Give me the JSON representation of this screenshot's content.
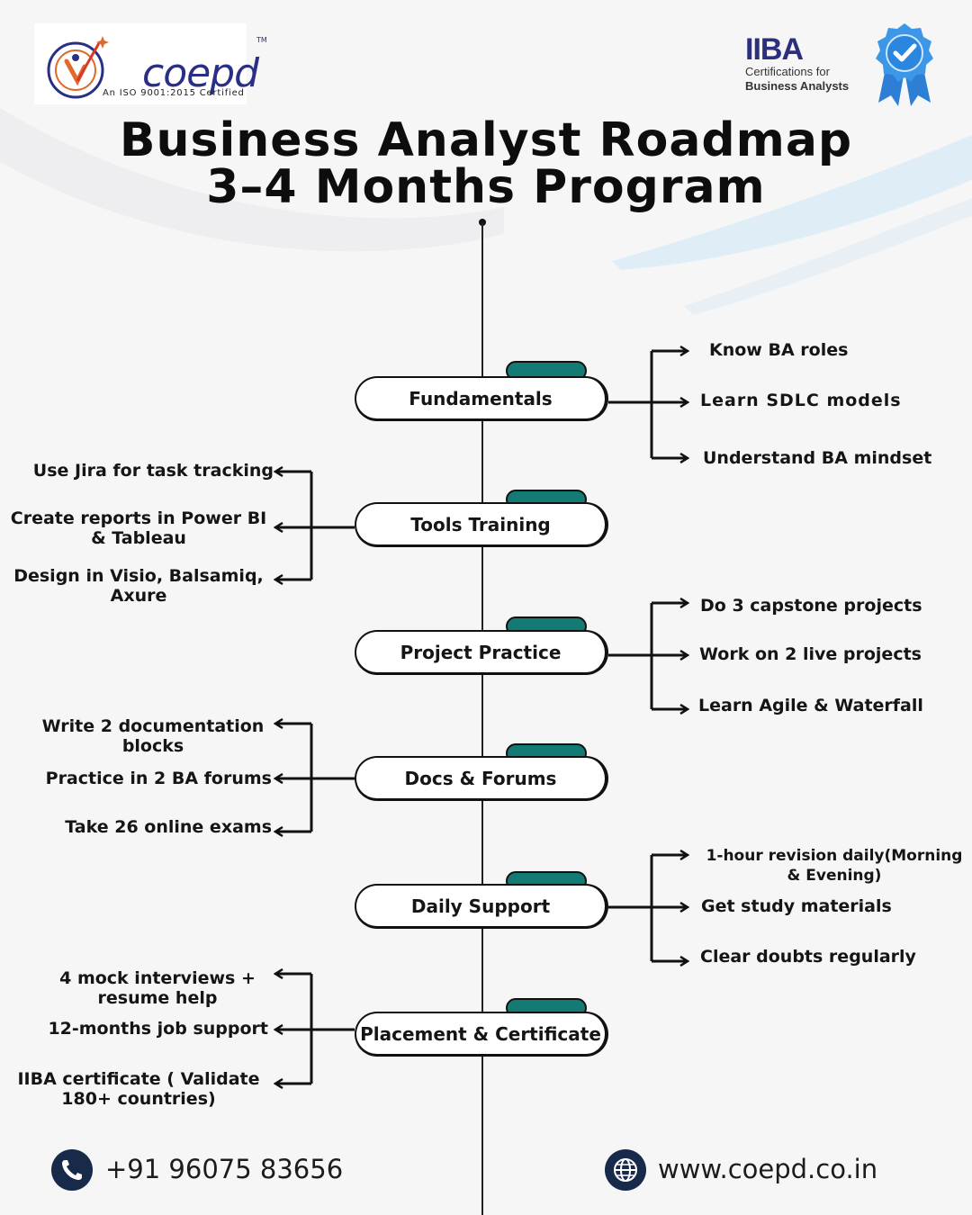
{
  "brand": {
    "name": "coepd",
    "tagline": "An ISO 9001:2015 Certified"
  },
  "partner": {
    "name": "IIBA",
    "line1": "Certifications for",
    "line2": "Business Analysts"
  },
  "title": {
    "line1": "Business Analyst Roadmap",
    "line2": "3–4 Months Program"
  },
  "stages": [
    {
      "label": "Fundamentals",
      "side": "right",
      "items": [
        "Know BA roles",
        "Learn SDLC models",
        "Understand BA mindset"
      ]
    },
    {
      "label": "Tools Training",
      "side": "left",
      "items": [
        "Use Jira for task tracking",
        "Create reports in Power BI & Tableau",
        "Design in Visio, Balsamiq, Axure"
      ]
    },
    {
      "label": "Project Practice",
      "side": "right",
      "items": [
        "Do 3 capstone projects",
        "Work on 2 live projects",
        "Learn Agile & Waterfall"
      ]
    },
    {
      "label": "Docs & Forums",
      "side": "left",
      "items": [
        "Write 2 documentation blocks",
        "Practice in 2 BA forums",
        "Take 26 online exams"
      ]
    },
    {
      "label": "Daily Support",
      "side": "right",
      "items": [
        "1-hour revision daily(Morning & Evening)",
        "Get study materials",
        "Clear doubts regularly"
      ]
    },
    {
      "label": "Placement & Certificate",
      "side": "left",
      "items": [
        "4 mock interviews + resume help",
        "12-months job support",
        "IIBA certificate ( Validate 180+ countries)"
      ]
    }
  ],
  "contact": {
    "phone": "+91 96075 83656",
    "website": "www.coepd.co.in",
    "phone_icon": "phone-icon",
    "web_icon": "globe-icon"
  },
  "colors": {
    "accent": "#147a74",
    "brand_blue": "#2a2f86",
    "icon_bg": "#172a4a"
  }
}
